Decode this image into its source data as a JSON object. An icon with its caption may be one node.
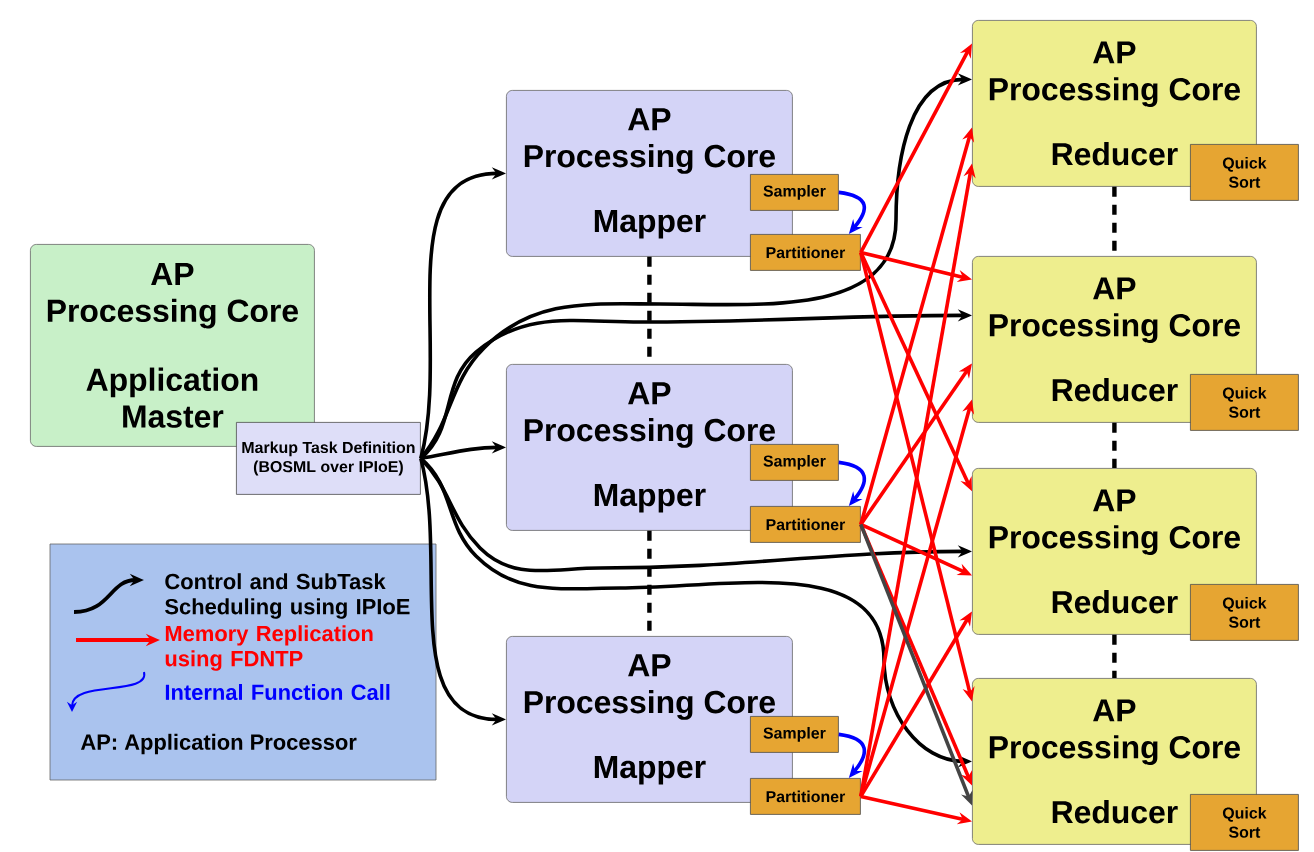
{
  "diagram": {
    "nodes": [
      {
        "text": [
          "AP Processing Core",
          "Application Master"
        ]
      },
      {
        "text": [
          "Markup Task Definition (BOSML over IPIoE)"
        ]
      },
      {
        "text": [
          "AP Processing Core",
          "Mapper"
        ]
      },
      {
        "text": [
          "Sampler"
        ]
      },
      {
        "text": [
          "Partitioner"
        ]
      },
      {
        "text": [
          "AP Processing Core",
          "Mapper"
        ]
      },
      {
        "text": [
          "Sampler"
        ]
      },
      {
        "text": [
          "Partitioner"
        ]
      },
      {
        "text": [
          "AP Processing Core",
          "Mapper"
        ]
      },
      {
        "text": [
          "Sampler"
        ]
      },
      {
        "text": [
          "Partitioner"
        ]
      },
      {
        "text": [
          "AP Processing Core",
          "Reducer"
        ]
      },
      {
        "text": [
          "Quick Sort"
        ]
      },
      {
        "text": [
          "AP Processing Core",
          "Reducer"
        ]
      },
      {
        "text": [
          "Quick Sort"
        ]
      },
      {
        "text": [
          "AP Processing Core",
          "Reducer"
        ]
      },
      {
        "text": [
          "Quick Sort"
        ]
      },
      {
        "text": [
          "AP Processing Core",
          "Reducer"
        ]
      },
      {
        "text": [
          "Quick Sort"
        ]
      }
    ],
    "edges": [
      {
        "from": 1,
        "to": 2,
        "arrow": "to"
      },
      {
        "from": 1,
        "to": 5,
        "arrow": "to"
      },
      {
        "from": 1,
        "to": 8,
        "arrow": "to"
      },
      {
        "from": 1,
        "to": 11,
        "arrow": "to"
      },
      {
        "from": 1,
        "to": 13,
        "arrow": "to"
      },
      {
        "from": 1,
        "to": 15,
        "arrow": "to"
      },
      {
        "from": 1,
        "to": 17,
        "arrow": "to"
      },
      {
        "from": 3,
        "to": 4,
        "arrow": "to",
        "color": "#0000ff"
      },
      {
        "from": 6,
        "to": 7,
        "arrow": "to",
        "color": "#0000ff"
      },
      {
        "from": 9,
        "to": 10,
        "arrow": "to",
        "color": "#0000ff"
      },
      {
        "from": 4,
        "to": 11,
        "arrow": "to",
        "color": "#ff0000"
      },
      {
        "from": 4,
        "to": 13,
        "arrow": "to",
        "color": "#ff0000"
      },
      {
        "from": 4,
        "to": 15,
        "arrow": "to",
        "color": "#ff0000"
      },
      {
        "from": 4,
        "to": 17,
        "arrow": "to",
        "color": "#ff0000"
      },
      {
        "from": 7,
        "to": 11,
        "arrow": "to",
        "color": "#ff0000"
      },
      {
        "from": 7,
        "to": 13,
        "arrow": "to",
        "color": "#ff0000"
      },
      {
        "from": 7,
        "to": 15,
        "arrow": "to",
        "color": "#ff0000"
      },
      {
        "from": 7,
        "to": 17,
        "arrow": "to",
        "color": "#ff0000"
      },
      {
        "from": 10,
        "to": 11,
        "arrow": "to",
        "color": "#ff0000"
      },
      {
        "from": 10,
        "to": 13,
        "arrow": "to",
        "color": "#ff0000"
      },
      {
        "from": 10,
        "to": 15,
        "arrow": "to",
        "color": "#ff0000"
      },
      {
        "from": 10,
        "to": 17,
        "arrow": "to",
        "color": "#ff0000"
      },
      {
        "from": 7,
        "to": 17,
        "arrow": "to",
        "color": "#444444"
      },
      {
        "from": 2,
        "to": 5,
        "arrow": "none",
        "style": "dashed"
      },
      {
        "from": 5,
        "to": 8,
        "arrow": "none",
        "style": "dashed"
      },
      {
        "from": 11,
        "to": 13,
        "arrow": "none",
        "style": "dashed"
      },
      {
        "from": 13,
        "to": 15,
        "arrow": "none",
        "style": "dashed"
      },
      {
        "from": 15,
        "to": 17,
        "arrow": "none",
        "style": "dashed"
      }
    ],
    "labels": [
      "AP: Application Processor"
    ],
    "legend": [
      {
        "text": "Control and SubTask Scheduling using IPIoE"
      },
      {
        "text": "Memory Replication using FDNTP"
      },
      {
        "text": "Internal Function Call"
      }
    ]
  }
}
